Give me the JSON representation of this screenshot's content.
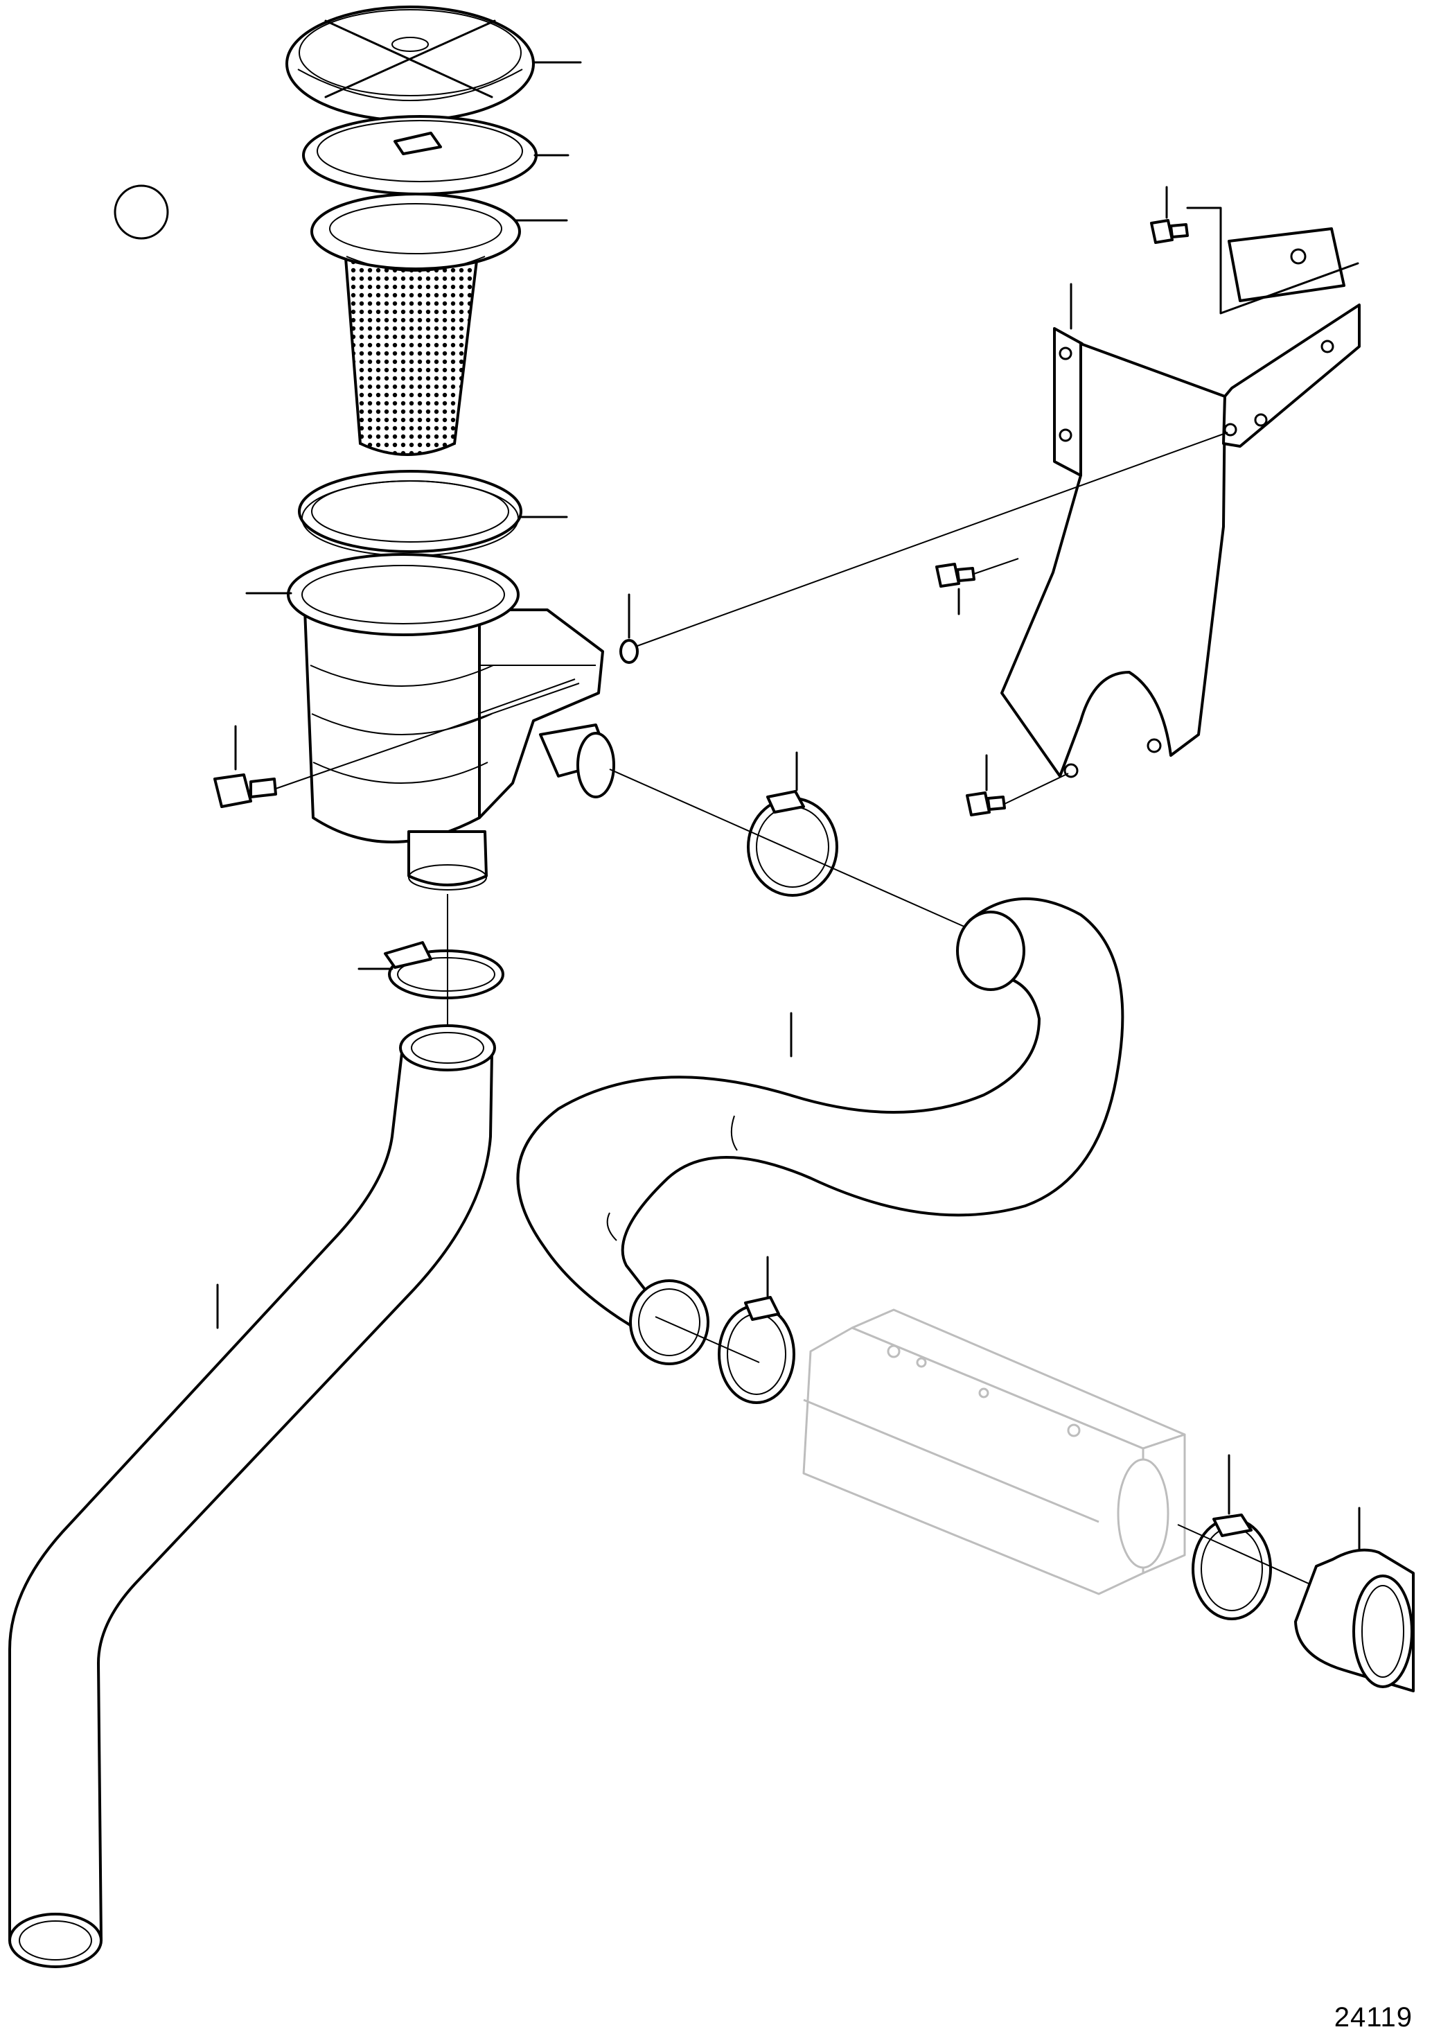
{
  "drawing": {
    "number": "24119"
  },
  "colors": {
    "line": "#000000",
    "ghost_part": "#bdbdbd",
    "background": "#ffffff"
  },
  "parts": [
    "strainer-cover",
    "cover-gasket",
    "strainer-basket",
    "o-ring",
    "strainer-housing",
    "sealing-washer",
    "mounting-bolt",
    "bracket",
    "bracket-bolts",
    "hose-clamps",
    "inlet-hose",
    "connecting-hose",
    "heat-exchanger",
    "end-sleeve"
  ]
}
